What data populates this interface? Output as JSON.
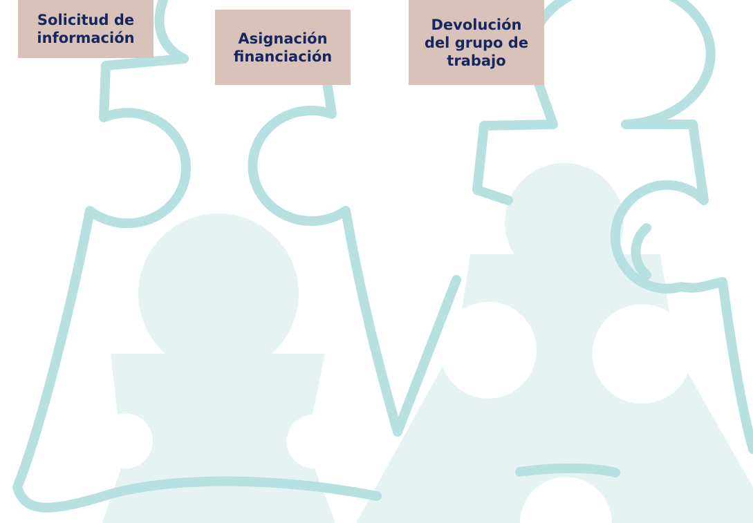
{
  "colors": {
    "outline": "#b6e1e0",
    "fill": "#e5f4f3",
    "label_bg": "#d8c2ba",
    "label_text": "#17265e"
  },
  "labels": [
    {
      "line1": "Solicitud de",
      "line2": "información",
      "line3": ""
    },
    {
      "line1": "Asignación",
      "line2": "financiación",
      "line3": ""
    },
    {
      "line1": "Devolución",
      "line2": "del grupo de",
      "line3": "trabajo"
    }
  ]
}
